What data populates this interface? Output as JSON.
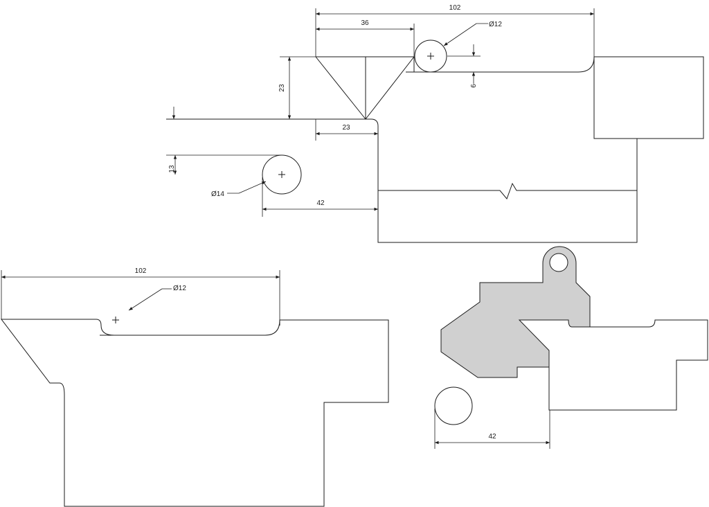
{
  "drawing": {
    "top_view": {
      "dim_overall_width": "102",
      "dim_width_left": "36",
      "dim_roller_dia": "Ø12",
      "dim_roller_offset": "6",
      "dim_vee_height": "23",
      "dim_vee_width": "23",
      "dim_bottom_roller_offset": "13",
      "dim_bottom_roller_dia": "Ø14",
      "dim_bottom_roller_spacing": "42"
    },
    "bottom_left_view": {
      "dim_overall_width": "102",
      "dim_hole_dia": "Ø12"
    },
    "bottom_right_view": {
      "dim_roller_spacing": "42"
    }
  }
}
